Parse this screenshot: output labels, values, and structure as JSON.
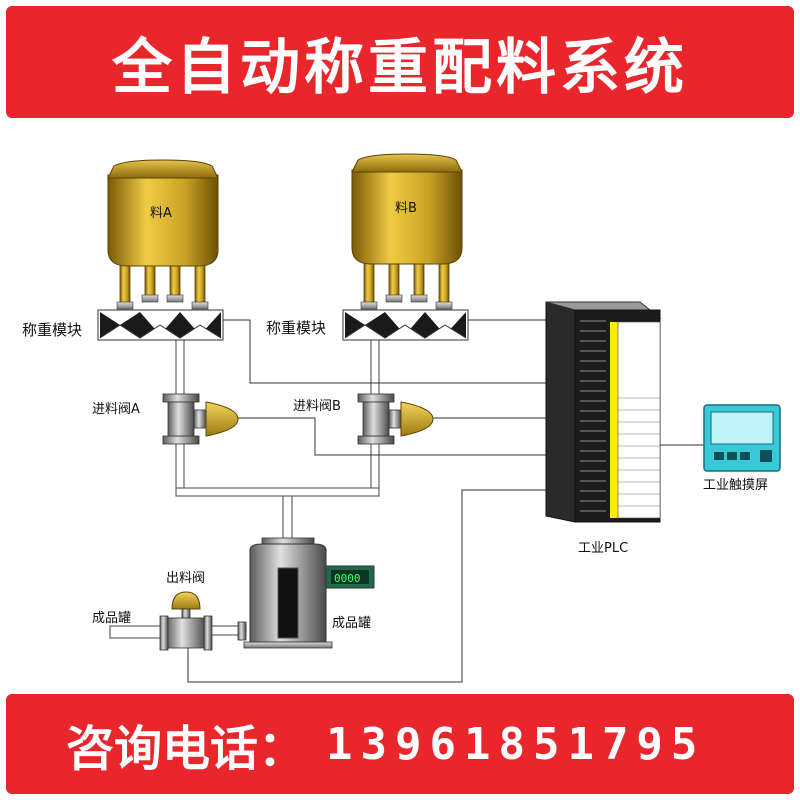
{
  "header": {
    "title": "全自动称重配料系统"
  },
  "footer": {
    "phone_label": "咨询电话：",
    "phone_number": "13961851795"
  },
  "diagram": {
    "tank_a_label": "料A",
    "tank_b_label": "料B",
    "weigh_module_label_1": "称重模块",
    "weigh_module_label_2": "称重模块",
    "feed_valve_a_label": "进料阀A",
    "feed_valve_b_label": "进料阀B",
    "discharge_valve_label": "出料阀",
    "product_pipe_label": "成品罐",
    "product_tank_label": "成品罐",
    "plc_label": "工业PLC",
    "touchscreen_label": "工业触摸屏",
    "display_reading": "0000"
  },
  "colors": {
    "banner": "#e8262b",
    "tank_gold": "#c9a224",
    "screen_cyan": "#38c9d9",
    "plc_yellow": "#ffee00"
  }
}
